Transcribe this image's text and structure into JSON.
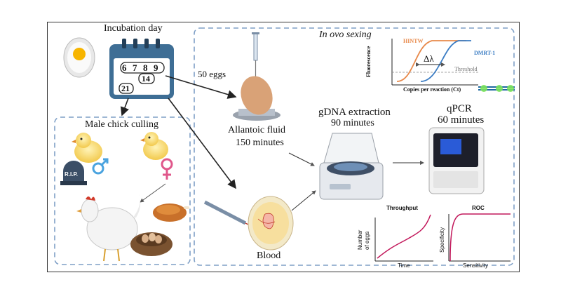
{
  "incubation": {
    "title": "Incubation day",
    "days": [
      "6",
      "7",
      "8",
      "9",
      "14",
      "21"
    ]
  },
  "culling": {
    "title": "Male chick culling",
    "rip": "R.I.P."
  },
  "sampling": {
    "eggs": "50 eggs",
    "allantoic": "Allantoic fluid",
    "allantoic_time": "150 minutes",
    "blood": "Blood"
  },
  "extraction": {
    "title": "gDNA extraction",
    "time": "90 minutes"
  },
  "qpcr": {
    "title": "qPCR",
    "time": "60 minutes"
  },
  "sexing": {
    "title": "In ovo sexing",
    "hintw": "HINTW",
    "dmrt": "DMRT-1",
    "delta": "Δλ",
    "threshold": "Threshold",
    "ylabel": "Fluorescence",
    "xlabel": "Copies per reaction (Ct)"
  },
  "throughput": {
    "title": "Throughput",
    "ylabel_line1": "Number",
    "ylabel_line2": "of eggs",
    "xlabel": "Time"
  },
  "roc": {
    "title": "ROC",
    "ylabel": "Specificity",
    "xlabel": "Sensitivity"
  },
  "colors": {
    "panel_border": "#7e9fc6",
    "curve": "#c2185b",
    "hintw": "#e8894a",
    "dmrt": "#3a7cc3",
    "calendar": "#3e6e95"
  }
}
